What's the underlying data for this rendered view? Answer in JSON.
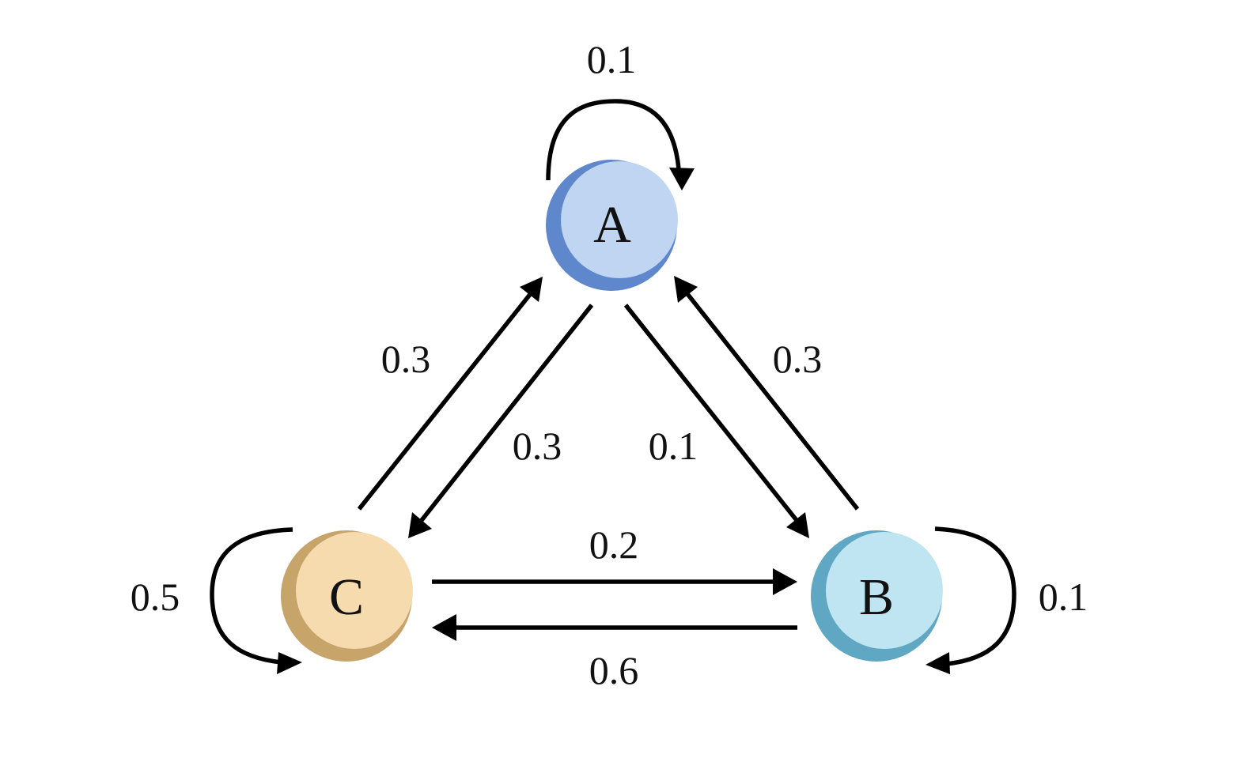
{
  "diagram": {
    "type": "markov-chain-state-diagram",
    "nodes": [
      {
        "id": "A",
        "label": "A",
        "face_color": "#c0d5f2",
        "shadow_color": "#5f88cc"
      },
      {
        "id": "B",
        "label": "B",
        "face_color": "#c0e5f2",
        "shadow_color": "#5fa7c2"
      },
      {
        "id": "C",
        "label": "C",
        "face_color": "#f5dbad",
        "shadow_color": "#c7a46a"
      }
    ],
    "edges": [
      {
        "from": "A",
        "to": "A",
        "label": "0.1"
      },
      {
        "from": "A",
        "to": "B",
        "label": "0.1"
      },
      {
        "from": "A",
        "to": "C",
        "label": "0.3"
      },
      {
        "from": "B",
        "to": "A",
        "label": "0.3"
      },
      {
        "from": "B",
        "to": "B",
        "label": "0.1"
      },
      {
        "from": "B",
        "to": "C",
        "label": "0.6"
      },
      {
        "from": "C",
        "to": "A",
        "label": "0.3"
      },
      {
        "from": "C",
        "to": "B",
        "label": "0.2"
      },
      {
        "from": "C",
        "to": "C",
        "label": "0.5"
      }
    ]
  }
}
